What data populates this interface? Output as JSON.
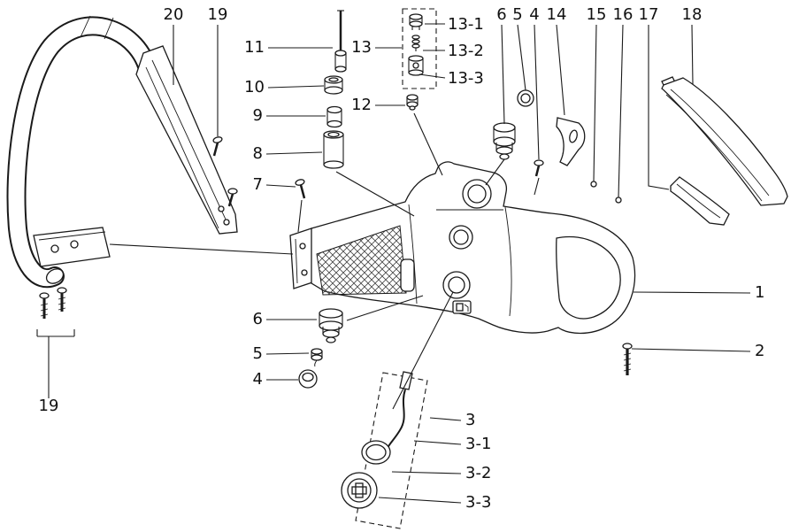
{
  "diagram": {
    "kind": "exploded-parts-diagram",
    "colors": {
      "line": "#1a1a1a",
      "background": "#ffffff"
    },
    "labels": [
      {
        "part": "20"
      },
      {
        "part": "19"
      },
      {
        "part": "11"
      },
      {
        "part": "13"
      },
      {
        "part": "13-1"
      },
      {
        "part": "13-2"
      },
      {
        "part": "13-3"
      },
      {
        "part": "6"
      },
      {
        "part": "5"
      },
      {
        "part": "4"
      },
      {
        "part": "14"
      },
      {
        "part": "15"
      },
      {
        "part": "16"
      },
      {
        "part": "17"
      },
      {
        "part": "18"
      },
      {
        "part": "10"
      },
      {
        "part": "12"
      },
      {
        "part": "9"
      },
      {
        "part": "8"
      },
      {
        "part": "7"
      },
      {
        "part": "1"
      },
      {
        "part": "2"
      },
      {
        "part": "6"
      },
      {
        "part": "5"
      },
      {
        "part": "4"
      },
      {
        "part": "19"
      },
      {
        "part": "3"
      },
      {
        "part": "3-1"
      },
      {
        "part": "3-2"
      },
      {
        "part": "3-3"
      }
    ]
  }
}
